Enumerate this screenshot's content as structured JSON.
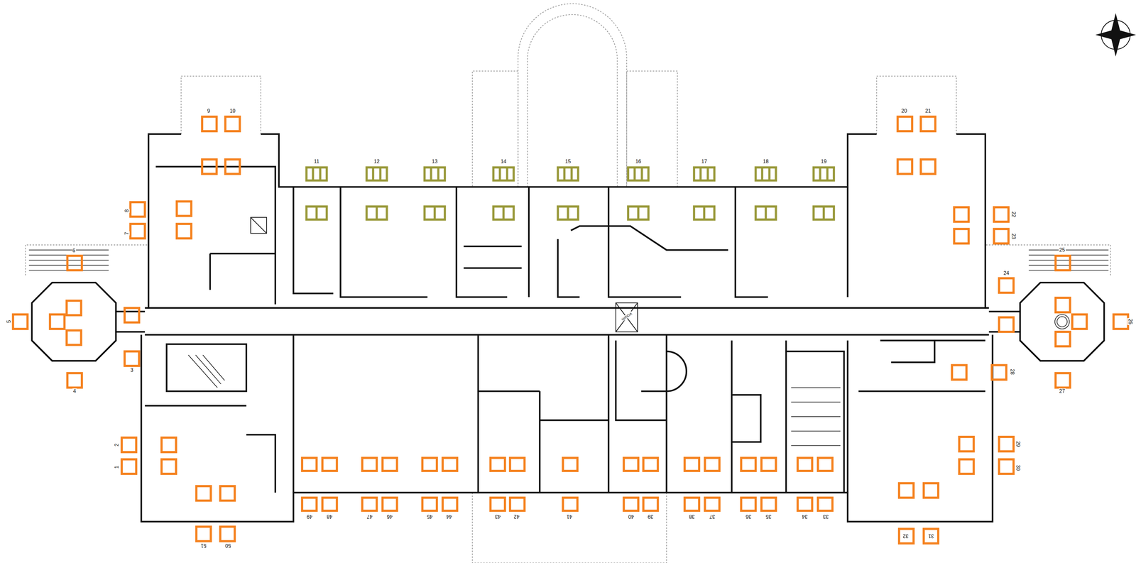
{
  "diagram": {
    "labels": [
      "1",
      "2",
      "3",
      "4",
      "5",
      "6",
      "7",
      "8",
      "9",
      "10",
      "11",
      "12",
      "13",
      "14",
      "15",
      "16",
      "17",
      "18",
      "19",
      "20",
      "21",
      "22",
      "23",
      "24",
      "25",
      "26",
      "27",
      "28",
      "29",
      "30",
      "31",
      "32",
      "33",
      "34",
      "35",
      "36",
      "37",
      "38",
      "39",
      "40",
      "41",
      "42",
      "43",
      "44",
      "45",
      "46",
      "47",
      "48",
      "49",
      "50",
      "51",
      "WINDA"
    ]
  }
}
